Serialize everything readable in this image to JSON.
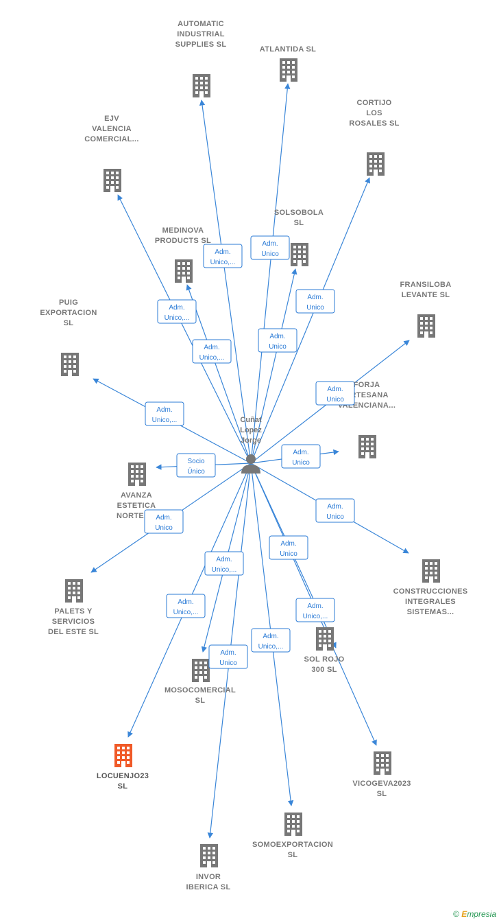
{
  "center": {
    "name_lines": [
      "Cuñat",
      "Lopez",
      "Jorge"
    ]
  },
  "colors": {
    "edge": "#3a86d8",
    "building": "#777777",
    "highlight": "#f05a28"
  },
  "nodes": [
    {
      "id": "automatic",
      "lines": [
        "AUTOMATIC",
        "INDUSTRIAL",
        "SUPPLIES  SL"
      ],
      "highlight": false
    },
    {
      "id": "atlantida",
      "lines": [
        "ATLANTIDA  SL"
      ],
      "highlight": false
    },
    {
      "id": "cortijo",
      "lines": [
        "CORTIJO",
        "LOS",
        "ROSALES SL"
      ],
      "highlight": false
    },
    {
      "id": "ejv",
      "lines": [
        "EJV",
        "VALENCIA",
        "COMERCIAL..."
      ],
      "highlight": false
    },
    {
      "id": "solsobola",
      "lines": [
        "SOLSOBOLA",
        "SL"
      ],
      "highlight": false
    },
    {
      "id": "medinova",
      "lines": [
        "MEDINOVA",
        "PRODUCTS  SL"
      ],
      "highlight": false
    },
    {
      "id": "fransiloba",
      "lines": [
        "FRANSILOBA",
        "LEVANTE  SL"
      ],
      "highlight": false
    },
    {
      "id": "puig",
      "lines": [
        "PUIG",
        "EXPORTACION",
        "SL"
      ],
      "highlight": false
    },
    {
      "id": "forja",
      "lines": [
        "FORJA",
        "ARTESANA",
        "VALENCIANA..."
      ],
      "highlight": false
    },
    {
      "id": "avanza",
      "lines": [
        "AVANZA",
        "ESTETICA",
        "NORTE SL"
      ],
      "highlight": false
    },
    {
      "id": "construcciones",
      "lines": [
        "CONSTRUCCIONES",
        "INTEGRALES",
        "SISTEMAS..."
      ],
      "highlight": false
    },
    {
      "id": "palets",
      "lines": [
        "PALETS Y",
        "SERVICIOS",
        "DEL ESTE  SL"
      ],
      "highlight": false
    },
    {
      "id": "solrojo",
      "lines": [
        "SOL ROJO",
        "300  SL"
      ],
      "highlight": false
    },
    {
      "id": "mosocomercial",
      "lines": [
        "MOSOCOMERCIAL",
        "SL"
      ],
      "highlight": false
    },
    {
      "id": "locuenjo",
      "lines": [
        "LOCUENJO23",
        "SL"
      ],
      "highlight": true
    },
    {
      "id": "vicogeva",
      "lines": [
        "VICOGEVA2023",
        "SL"
      ],
      "highlight": false
    },
    {
      "id": "somoexportacion",
      "lines": [
        "SOMOEXPORTACION",
        "SL"
      ],
      "highlight": false
    },
    {
      "id": "invor",
      "lines": [
        "INVOR",
        "IBERICA  SL"
      ],
      "highlight": false
    }
  ],
  "edges": [
    {
      "to": "automatic",
      "label": [
        "Adm.",
        "Unico,..."
      ]
    },
    {
      "to": "atlantida",
      "label": [
        "Adm.",
        "Unico"
      ]
    },
    {
      "to": "cortijo",
      "label": [
        "Adm.",
        "Unico"
      ]
    },
    {
      "to": "ejv",
      "label": [
        "Adm.",
        "Unico,..."
      ]
    },
    {
      "to": "solsobola",
      "label": [
        "Adm.",
        "Unico"
      ]
    },
    {
      "to": "medinova",
      "label": [
        "Adm.",
        "Unico,..."
      ]
    },
    {
      "to": "fransiloba",
      "label": [
        "Adm.",
        "Unico"
      ]
    },
    {
      "to": "puig",
      "label": [
        "Adm.",
        "Unico,..."
      ]
    },
    {
      "to": "forja",
      "label": [
        "Adm.",
        "Unico"
      ]
    },
    {
      "to": "avanza",
      "label": [
        "Socio",
        "Único"
      ]
    },
    {
      "to": "construcciones",
      "label": [
        "Adm.",
        "Unico"
      ]
    },
    {
      "to": "palets",
      "label": [
        "Adm.",
        "Unico"
      ]
    },
    {
      "to": "solrojo",
      "label": [
        "Adm.",
        "Unico"
      ]
    },
    {
      "to": "mosocomercial",
      "label": [
        "Adm.",
        "Unico,..."
      ]
    },
    {
      "to": "locuenjo",
      "label": [
        "Adm.",
        "Unico,..."
      ]
    },
    {
      "to": "vicogeva",
      "label": [
        "Adm.",
        "Unico,..."
      ]
    },
    {
      "to": "somoexportacion",
      "label": [
        "Adm.",
        "Unico,..."
      ]
    },
    {
      "to": "invor",
      "label": [
        "Adm.",
        "Unico"
      ]
    }
  ],
  "footer": {
    "copyright": "©",
    "brand_first": "E",
    "brand_rest": "mpresia"
  }
}
